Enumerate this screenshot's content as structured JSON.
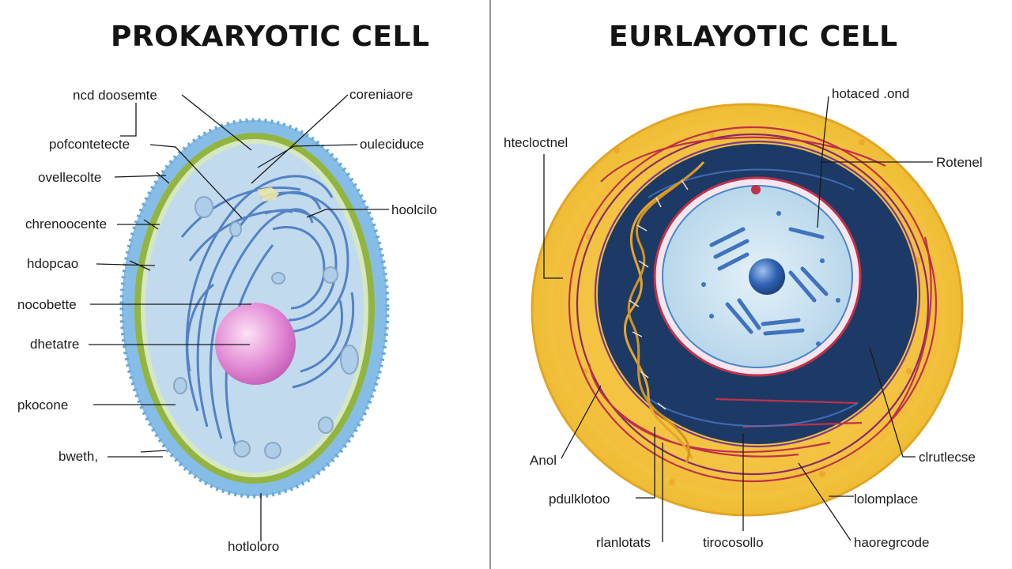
{
  "left_panel": {
    "title": "PROKARYOTIC CELL",
    "labels": [
      "ncd doosemte",
      "pofcontetecte",
      "ovellecolte",
      "chrenoocente",
      "hdopcao",
      "nocobette",
      "dhetatre",
      "pkocone",
      "bweth,",
      "hotloloro",
      "coreniaore",
      "ouleciduce",
      "hoolcilo"
    ]
  },
  "right_panel": {
    "title": "EURLAYOTIC CELL",
    "labels": [
      "htecloctnel",
      "hotaced .ond",
      "Rotenel",
      "Anol",
      "pdulklotoo",
      "rlanlotats",
      "tirocosollo",
      "clrutlecse",
      "lolomplace",
      "haoregrcode"
    ]
  },
  "colors": {
    "prokaryote_capsule": "#86bde6",
    "prokaryote_wall": "#93b540",
    "prokaryote_cytoplasm": "#c2daee",
    "prokaryote_nucleoid": "#e58fd8",
    "eukaryote_outer": "#f2c33a",
    "eukaryote_dark_ring": "#1d3a66",
    "eukaryote_nucleus": "#c3dff0",
    "eukaryote_nucleolus": "#2f62b3",
    "membrane_red": "#c0314a"
  }
}
